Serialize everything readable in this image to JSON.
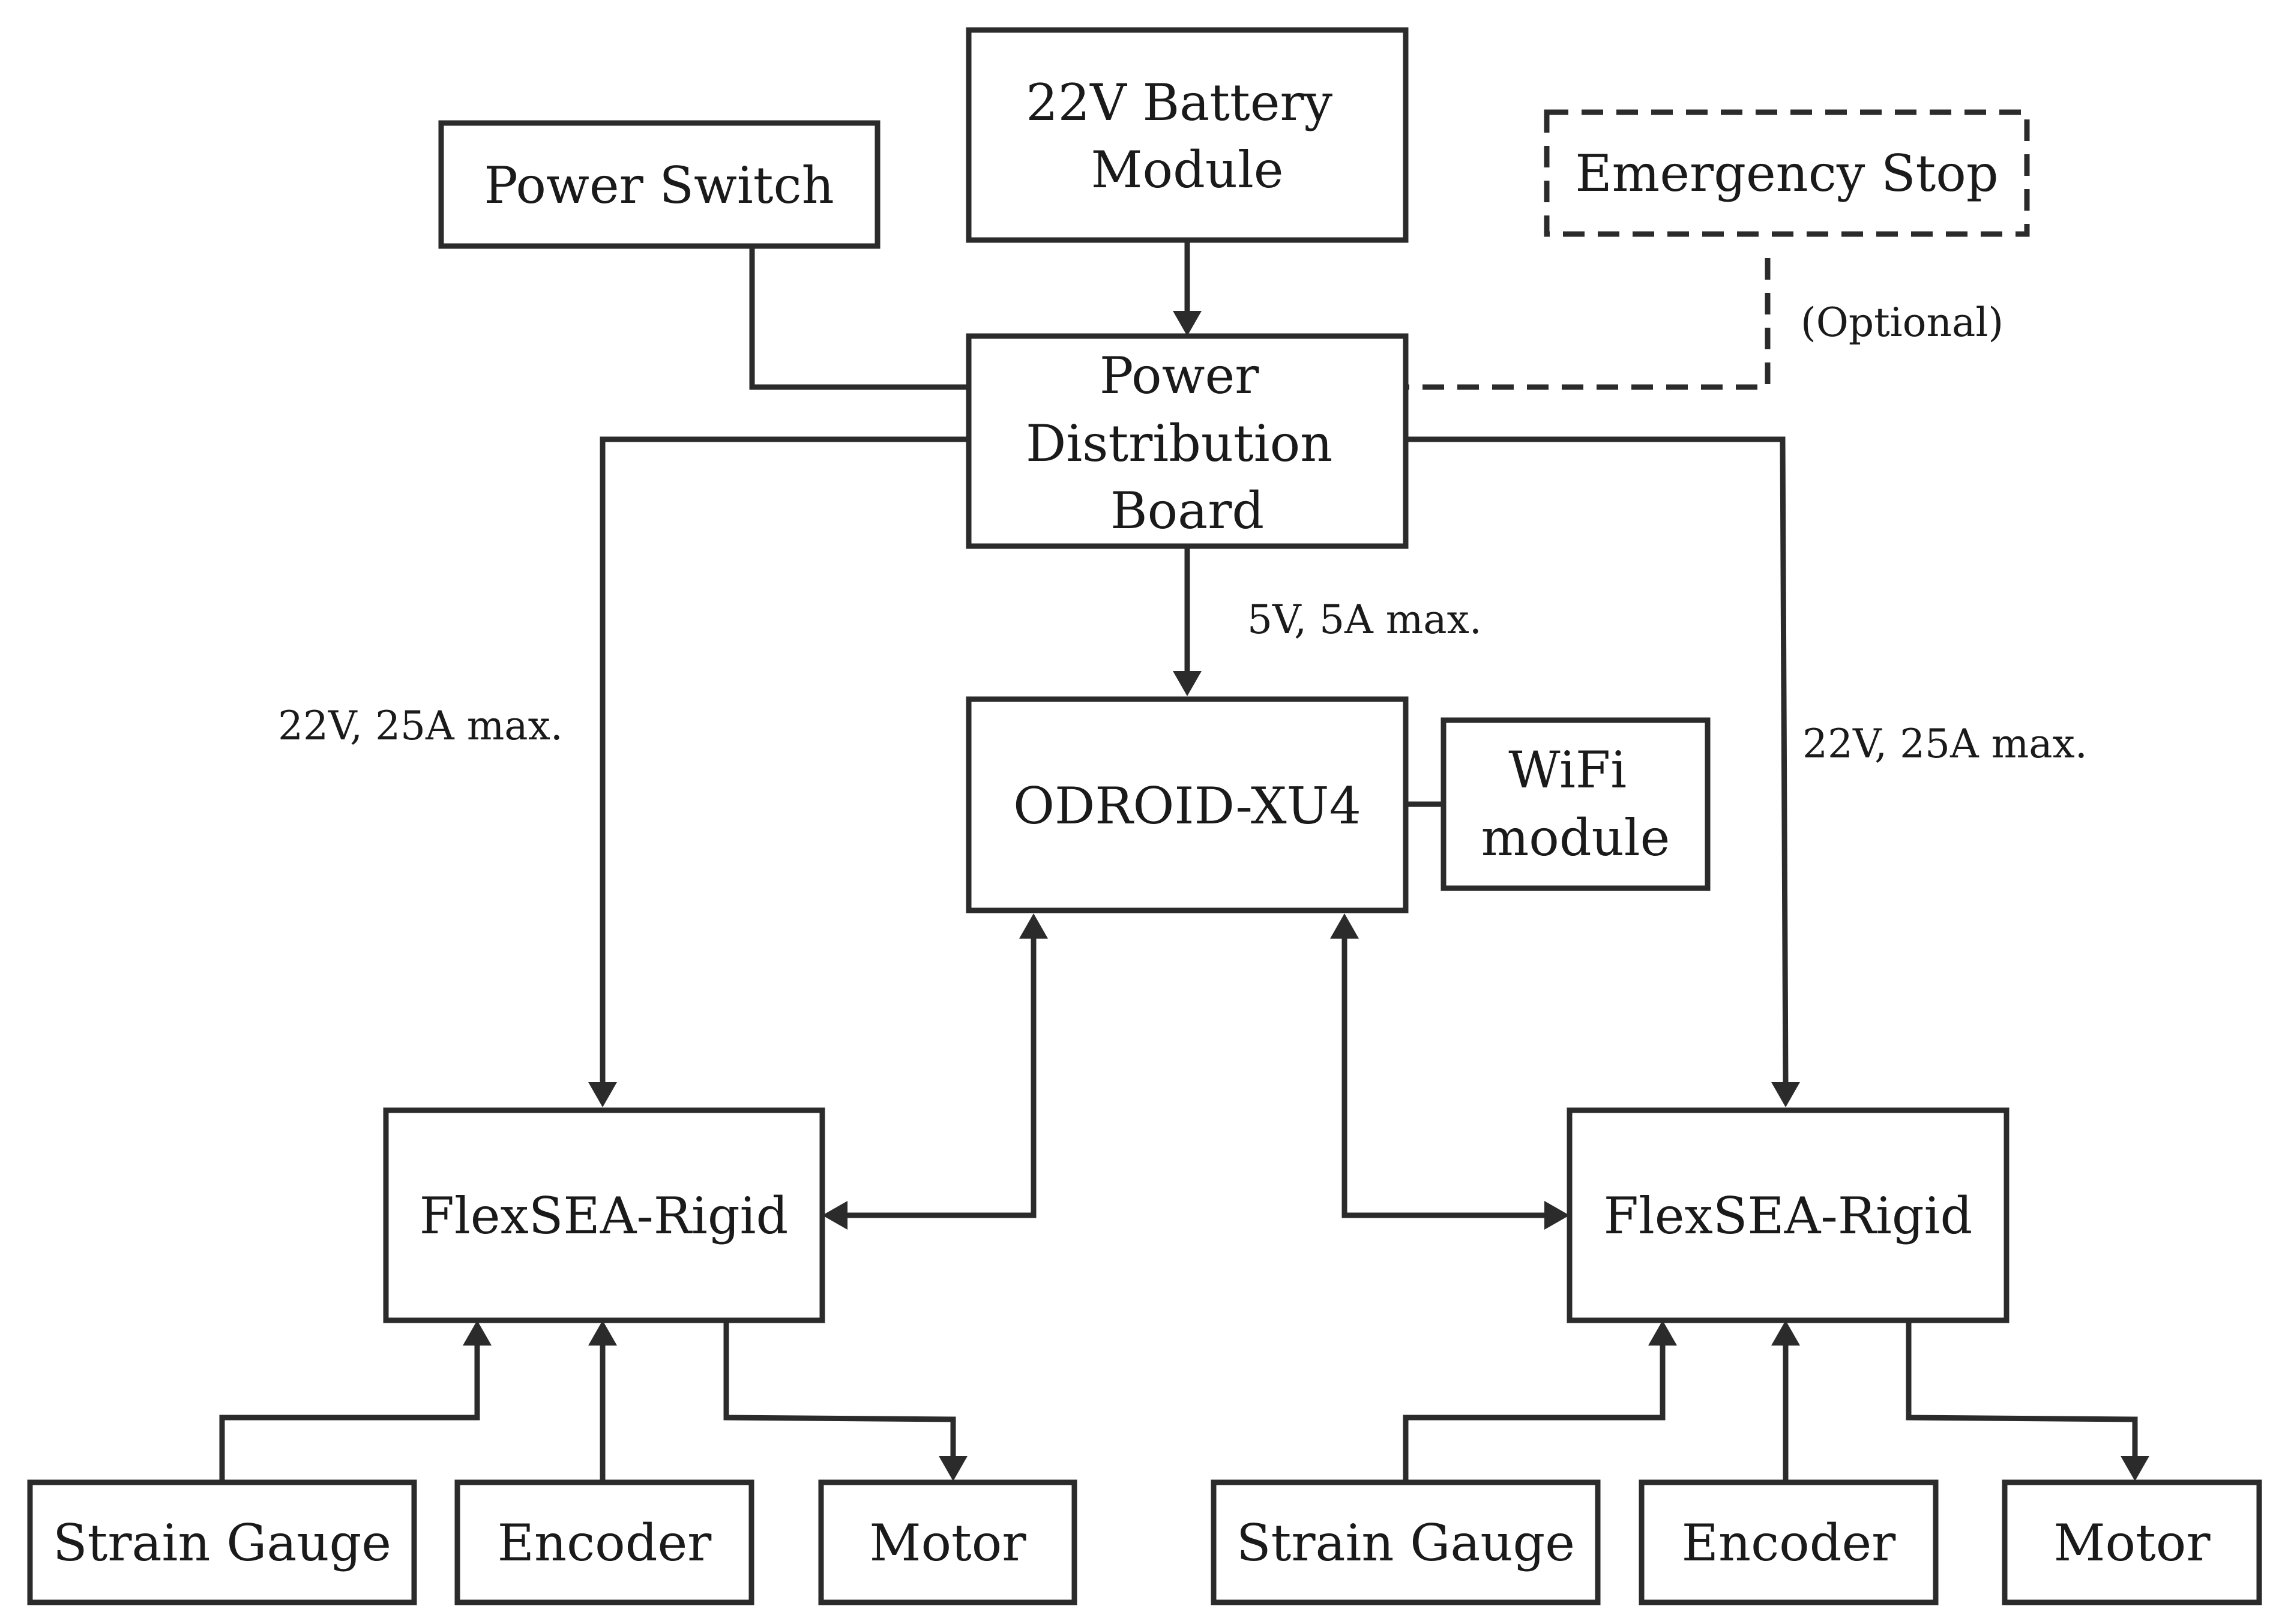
{
  "nodes": {
    "battery": [
      "22V Battery",
      "Module"
    ],
    "power_switch": [
      "Power Switch"
    ],
    "emergency_stop": [
      "Emergency Stop"
    ],
    "pdb": [
      "Power",
      "Distribution",
      "Board"
    ],
    "odroid": [
      "ODROID-XU4"
    ],
    "wifi": [
      "WiFi",
      "module"
    ],
    "flexsea_left": [
      "FlexSEA-Rigid"
    ],
    "flexsea_right": [
      "FlexSEA-Rigid"
    ],
    "strain_left": [
      "Strain Gauge"
    ],
    "encoder_left": [
      "Encoder"
    ],
    "motor_left": [
      "Motor"
    ],
    "strain_right": [
      "Strain Gauge"
    ],
    "encoder_right": [
      "Encoder"
    ],
    "motor_right": [
      "Motor"
    ]
  },
  "annotations": {
    "optional": "(Optional)",
    "pdb_to_odroid": "5V, 5A max.",
    "pdb_to_left": "22V, 25A max.",
    "pdb_to_right": "22V, 25A max."
  },
  "colors": {
    "stroke": "#2b2b2b",
    "text": "#1a1a1a",
    "background": "#ffffff"
  }
}
